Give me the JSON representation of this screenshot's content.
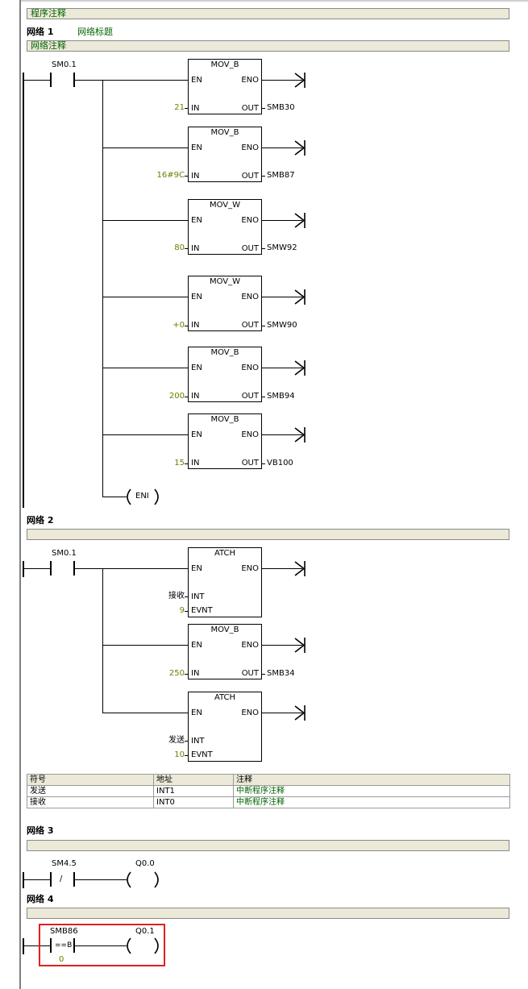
{
  "program_comment": "程序注释",
  "networks": [
    {
      "heading": "网络 1",
      "title": "网络标题",
      "comment": "网络注释",
      "contact_label": "SM0.1",
      "boxes": [
        {
          "name": "MOV_B",
          "en": "EN",
          "eno": "ENO",
          "in_label": "IN",
          "out_label": "OUT",
          "in_value": "21",
          "out_value": "SMB30"
        },
        {
          "name": "MOV_B",
          "en": "EN",
          "eno": "ENO",
          "in_label": "IN",
          "out_label": "OUT",
          "in_value": "16#9C",
          "out_value": "SMB87"
        },
        {
          "name": "MOV_W",
          "en": "EN",
          "eno": "ENO",
          "in_label": "IN",
          "out_label": "OUT",
          "in_value": "80",
          "out_value": "SMW92"
        },
        {
          "name": "MOV_W",
          "en": "EN",
          "eno": "ENO",
          "in_label": "IN",
          "out_label": "OUT",
          "in_value": "+0",
          "out_value": "SMW90"
        },
        {
          "name": "MOV_B",
          "en": "EN",
          "eno": "ENO",
          "in_label": "IN",
          "out_label": "OUT",
          "in_value": "200",
          "out_value": "SMB94"
        },
        {
          "name": "MOV_B",
          "en": "EN",
          "eno": "ENO",
          "in_label": "IN",
          "out_label": "OUT",
          "in_value": "15",
          "out_value": "VB100"
        }
      ],
      "coil": "ENI"
    },
    {
      "heading": "网络 2",
      "contact_label": "SM0.1",
      "boxes": [
        {
          "name": "ATCH",
          "en": "EN",
          "eno": "ENO",
          "int_label": "INT",
          "evnt_label": "EVNT",
          "int_value": "接收",
          "evnt_value": "9"
        },
        {
          "name": "MOV_B",
          "en": "EN",
          "eno": "ENO",
          "in_label": "IN",
          "out_label": "OUT",
          "in_value": "250",
          "out_value": "SMB34"
        },
        {
          "name": "ATCH",
          "en": "EN",
          "eno": "ENO",
          "int_label": "INT",
          "evnt_label": "EVNT",
          "int_value": "发送",
          "evnt_value": "10"
        }
      ]
    },
    {
      "heading": "网络 3",
      "contact_label": "SM4.5",
      "contact_symbol": "/",
      "coil_label": "Q0.0"
    },
    {
      "heading": "网络 4",
      "contact_label": "SMB86",
      "contact_symbol": "==B",
      "contact_value": "0",
      "coil_label": "Q0.1"
    }
  ],
  "symbol_table": {
    "headers": [
      "符号",
      "地址",
      "注释"
    ],
    "rows": [
      [
        "发送",
        "INT1",
        "中断程序注释"
      ],
      [
        "接收",
        "INT0",
        "中断程序注释"
      ]
    ]
  },
  "colors": {
    "comment_text": "#006400",
    "constant_text": "#6b7f00",
    "highlight_box": "#e02020",
    "bar_bg": "#ece9d8"
  }
}
